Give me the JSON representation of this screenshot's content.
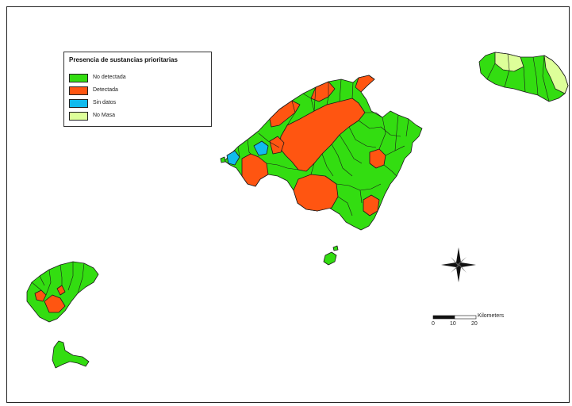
{
  "legend": {
    "title": "Presencia de sustancias prioritarias",
    "items": [
      {
        "label": "No detectada",
        "color": "#33dd11"
      },
      {
        "label": "Detectada",
        "color": "#ff5511"
      },
      {
        "label": "Sin datos",
        "color": "#11bbee"
      },
      {
        "label": "No Masa",
        "color": "#ddff99"
      }
    ]
  },
  "scale": {
    "unit": "Kilometers",
    "ticks": [
      "0",
      "10",
      "20"
    ]
  },
  "colors": {
    "no_detectada": "#33dd11",
    "detectada": "#ff5511",
    "sin_datos": "#11bbee",
    "no_masa": "#ddff99",
    "border": "#222222"
  },
  "icons": {
    "north_arrow": "compass-rose-icon"
  }
}
